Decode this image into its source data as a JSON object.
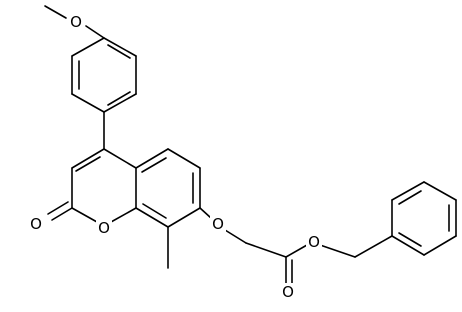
{
  "molecule": {
    "atoms": {
      "o_methoxy": "O",
      "o_carbonyl_lactone": "O",
      "o_ring": "O",
      "o_ether": "O",
      "o_carbonyl_ester": "O",
      "o_ester": "O"
    },
    "colors": {
      "bond": "#000000",
      "label": "#000000",
      "background": "#ffffff"
    }
  }
}
